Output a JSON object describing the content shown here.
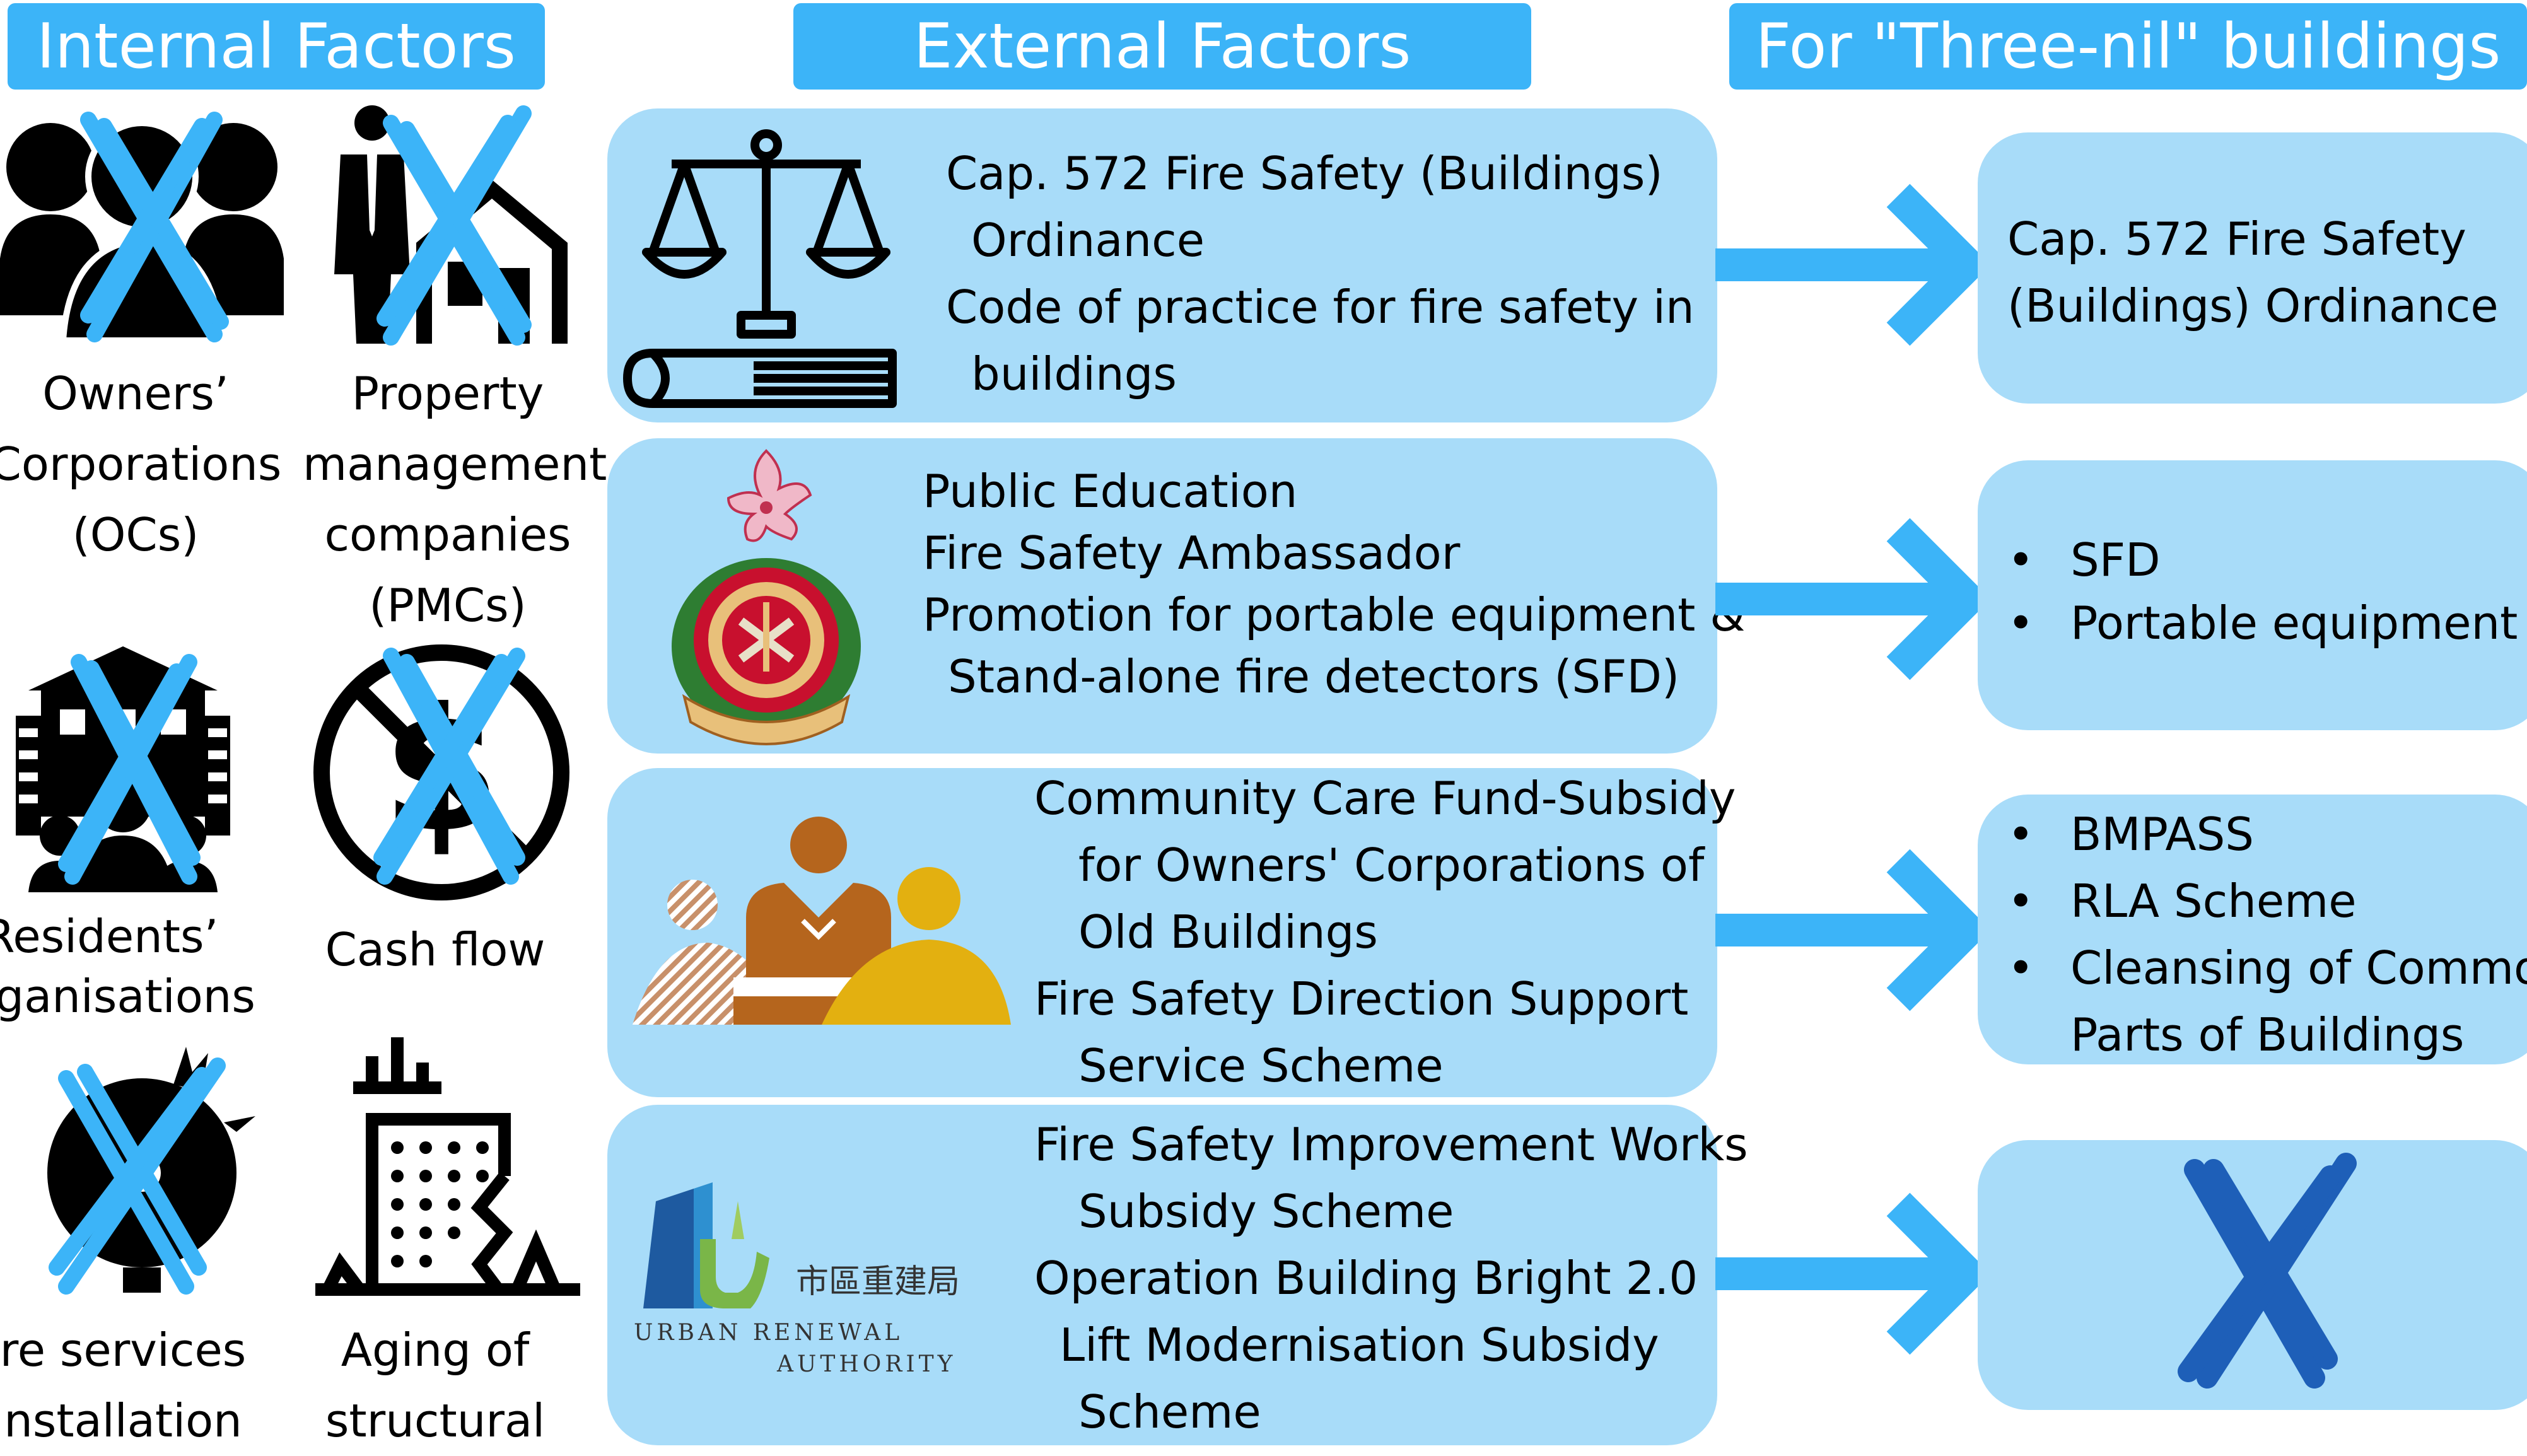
{
  "headers": {
    "internal": "Internal Factors",
    "external": "External Factors",
    "three_nil": "For \"Three-nil\" buildings"
  },
  "internal_factors": [
    {
      "label_lines": [
        "Owners’",
        "Corporations",
        "(OCs)"
      ],
      "icon": "people-icon",
      "crossed": true
    },
    {
      "label_lines": [
        "Property",
        "management",
        "companies",
        "(PMCs)"
      ],
      "icon": "business-house-icon",
      "crossed": true
    },
    {
      "label_lines": [
        "Residents’",
        "organisations"
      ],
      "icon": "residents-building-icon",
      "crossed": true
    },
    {
      "label_lines": [
        "Cash flow"
      ],
      "icon": "no-dollar-icon",
      "crossed": true
    },
    {
      "label_lines": [
        "ire services",
        "installation"
      ],
      "icon": "fire-alarm-bell-icon",
      "crossed": true
    },
    {
      "label_lines": [
        "Aging of",
        "structural"
      ],
      "icon": "cracked-building-icon",
      "crossed": false
    }
  ],
  "external_factors": [
    {
      "icon": "scales-of-justice-icon",
      "lines": [
        "Cap. 572 Fire Safety (Buildings)",
        "Ordinance",
        "Code of practice for fire safety in",
        "buildings"
      ]
    },
    {
      "icon": "fire-services-badge-icon",
      "lines": [
        "Public Education",
        "Fire Safety Ambassador",
        "Promotion for portable equipment &",
        "Stand-alone fire detectors (SFD)"
      ]
    },
    {
      "icon": "community-meeting-icon",
      "lines": [
        "Community Care Fund-Subsidy",
        "for Owners' Corporations of",
        "Old Buildings",
        "Fire Safety Direction Support",
        "Service Scheme"
      ]
    },
    {
      "icon": "urban-renewal-authority-logo",
      "logo": {
        "chinese": "市區重建局",
        "english_1": "URBAN RENEWAL",
        "english_2": "AUTHORITY"
      },
      "lines": [
        "Fire Safety Improvement Works",
        "Subsidy Scheme",
        "Operation Building Bright 2.0",
        "Lift Modernisation Subsidy",
        "Scheme"
      ]
    }
  ],
  "three_nil": [
    {
      "lines": [
        "Cap. 572 Fire Safety",
        "(Buildings) Ordinance"
      ]
    },
    {
      "bullets": [
        "SFD",
        "Portable equipment"
      ]
    },
    {
      "bullets": [
        "BMPASS",
        "RLA Scheme",
        "Cleansing of Common",
        "Parts of Buildings"
      ]
    },
    {
      "icon": "cross-mark-icon"
    }
  ],
  "bullet_char": "•",
  "colors": {
    "header_bg": "#3cb4f8",
    "box_bg": "#a8dcf9",
    "arrow": "#3cb4f8",
    "cross": "#3cb4f8",
    "dark_cross": "#1e5fb8"
  }
}
